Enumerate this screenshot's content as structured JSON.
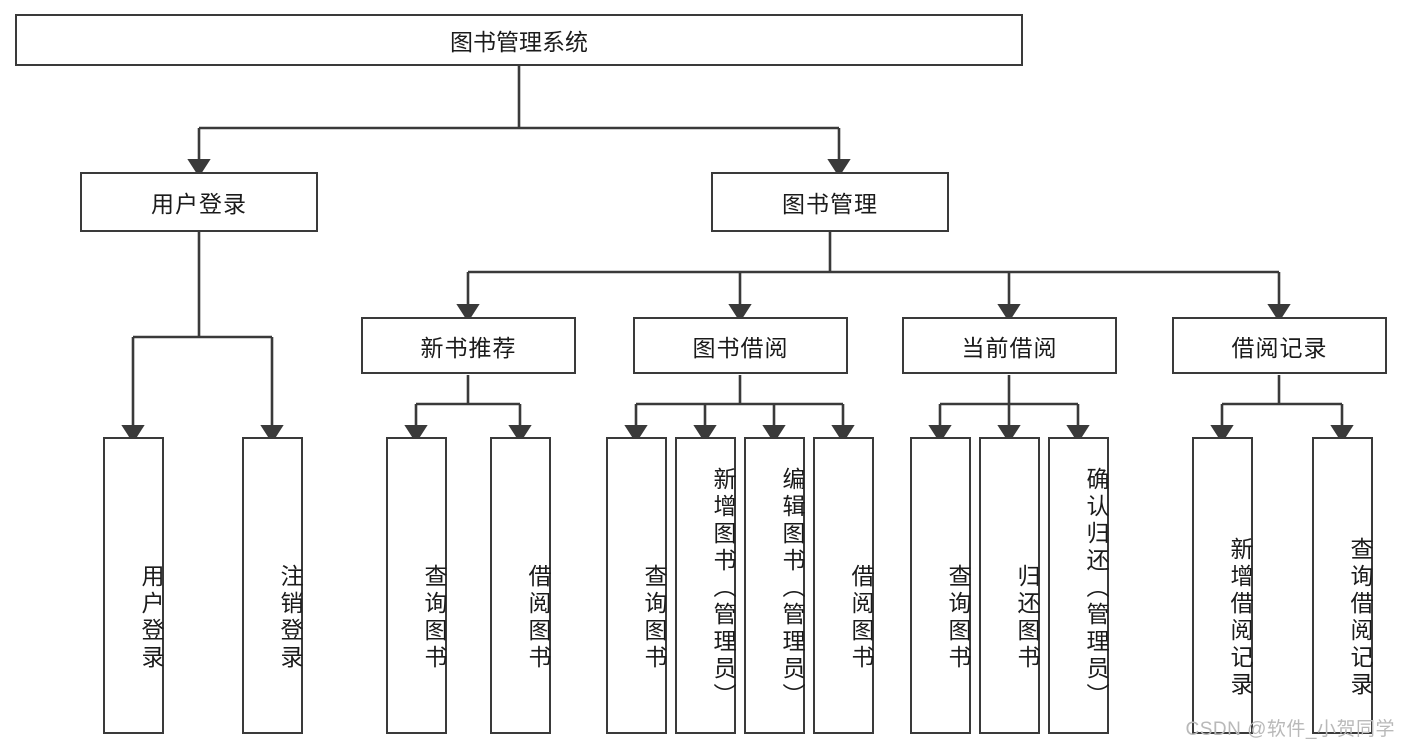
{
  "diagram": {
    "type": "tree",
    "title": "图书管理系统",
    "root": {
      "label": "图书管理系统"
    },
    "level1": [
      {
        "label": "用户登录"
      },
      {
        "label": "图书管理"
      }
    ],
    "level2": [
      {
        "label": "新书推荐"
      },
      {
        "label": "图书借阅"
      },
      {
        "label": "当前借阅"
      },
      {
        "label": "借阅记录"
      }
    ],
    "leaves": {
      "user_login": [
        {
          "label": "用户登录"
        },
        {
          "label": "注销登录"
        }
      ],
      "new_book_recommend": [
        {
          "label": "查询图书"
        },
        {
          "label": "借阅图书"
        }
      ],
      "book_borrow": [
        {
          "label": "查询图书"
        },
        {
          "label": "新增图书（管理员）"
        },
        {
          "label": "编辑图书（管理员）"
        },
        {
          "label": "借阅图书"
        }
      ],
      "current_borrow": [
        {
          "label": "查询图书"
        },
        {
          "label": "归还图书"
        },
        {
          "label": "确认归还（管理员）"
        }
      ],
      "borrow_record": [
        {
          "label": "新增借阅记录"
        },
        {
          "label": "查询借阅记录"
        }
      ]
    },
    "colors": {
      "box_border": "#3a3a3a",
      "box_fill": "#ffffff",
      "connector": "#3a3a3a",
      "text": "#1b1b1b",
      "watermark": "#b9b9b9"
    }
  },
  "watermark": {
    "text": "CSDN @软件_小贺同学"
  }
}
